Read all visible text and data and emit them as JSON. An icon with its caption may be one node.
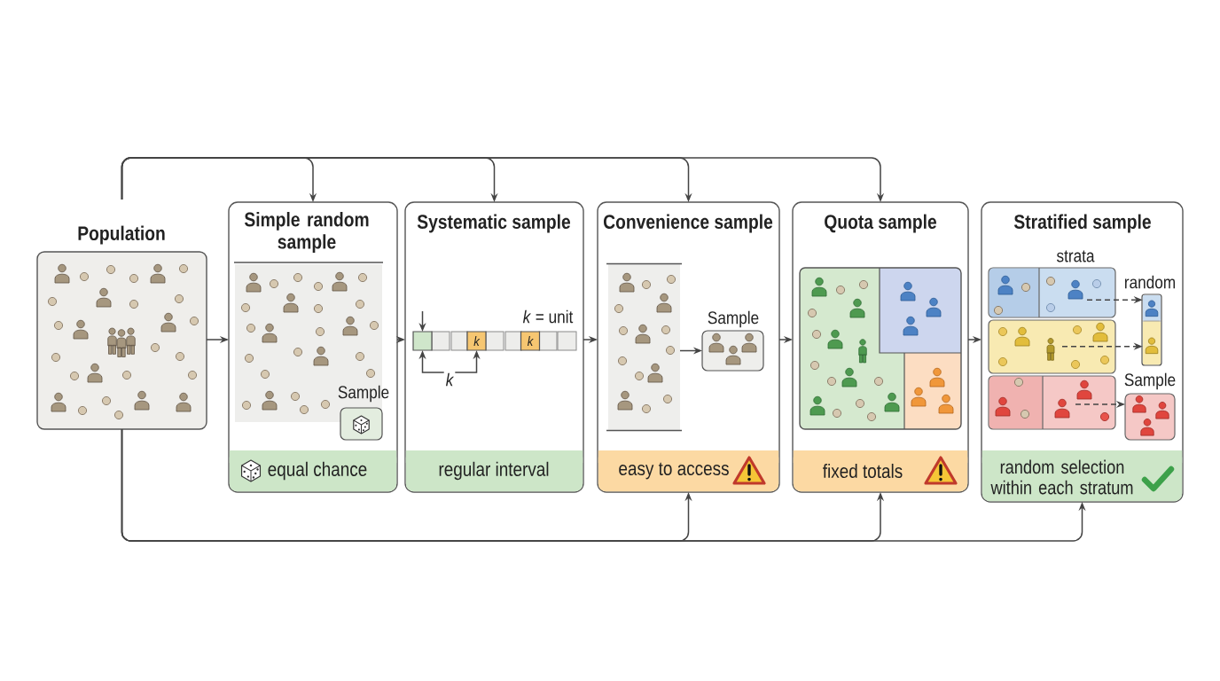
{
  "diagram": {
    "nodes": [
      {
        "text": [
          "Population"
        ]
      },
      {
        "text": [
          "Simple random sample",
          "equal chance"
        ]
      },
      {
        "text": [
          "Sample"
        ],
        "in": 1
      },
      {
        "text": [
          "Systematic sample",
          "regular interval"
        ]
      },
      {
        "text": [],
        "shape": "box",
        "in": 3
      },
      {
        "text": [
          "k"
        ],
        "in": 3
      },
      {
        "text": [
          "k"
        ],
        "in": 3
      },
      {
        "text": [
          "Convenience sample",
          "easy to access"
        ]
      },
      {
        "text": [],
        "shape": "box",
        "in": 7
      },
      {
        "text": [
          "Sample"
        ],
        "in": 7
      },
      {
        "text": [
          "Quota sample",
          "fixed totals"
        ]
      },
      {
        "text": [
          "Stratified sample",
          "random selection within each stratum"
        ]
      },
      {
        "text": [],
        "shape": "box",
        "in": 11
      },
      {
        "text": [],
        "shape": "box",
        "in": 11
      },
      {
        "text": [],
        "shape": "box",
        "in": 11
      },
      {
        "text": [
          "random"
        ],
        "in": 11
      },
      {
        "text": [],
        "shape": "box",
        "in": 15
      },
      {
        "text": [],
        "shape": "box",
        "in": 15
      },
      {
        "text": [
          "Sample"
        ],
        "in": 11
      }
    ],
    "edges": [
      {
        "from": 0,
        "to": 1,
        "arrow": "to"
      },
      {
        "from": 1,
        "to": 3,
        "arrow": "to"
      },
      {
        "from": 3,
        "to": 7,
        "arrow": "to"
      },
      {
        "from": 7,
        "to": 10,
        "arrow": "to"
      },
      {
        "from": 10,
        "to": 11,
        "arrow": "to"
      },
      {
        "from": 0,
        "to": 1,
        "arrow": "to"
      },
      {
        "from": 0,
        "to": 3,
        "arrow": "to"
      },
      {
        "from": 0,
        "to": 7,
        "arrow": "to"
      },
      {
        "from": 0,
        "to": 10,
        "arrow": "to"
      },
      {
        "from": 0,
        "to": 7,
        "arrow": "to"
      },
      {
        "from": 0,
        "to": 10,
        "arrow": "to"
      },
      {
        "from": 0,
        "to": 11,
        "arrow": "to"
      },
      {
        "from": null,
        "to": 4,
        "arrow": "to"
      },
      {
        "from": 8,
        "to": 9,
        "arrow": "to"
      },
      {
        "from": 12,
        "to": 16,
        "arrow": "to",
        "style": "dashed"
      },
      {
        "from": 13,
        "to": 17,
        "arrow": "to",
        "style": "dashed"
      },
      {
        "from": 14,
        "to": 18,
        "arrow": "to",
        "style": "dashed"
      },
      {
        "from": 4,
        "to": 5,
        "arrow": "both",
        "label": "k"
      }
    ],
    "labels": [
      "*k* = unit",
      "strata"
    ]
  }
}
